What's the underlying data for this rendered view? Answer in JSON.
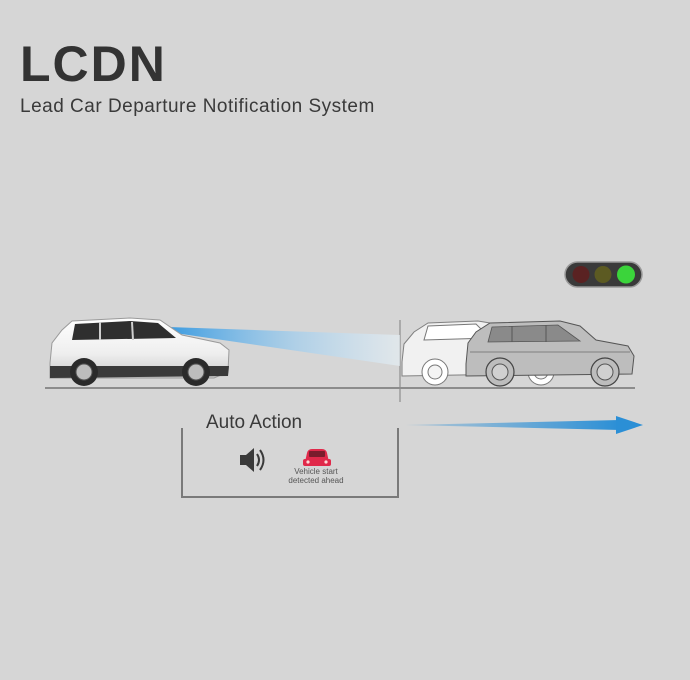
{
  "header": {
    "title": "LCDN",
    "subtitle": "Lead Car Departure Notification System"
  },
  "traffic_light": {
    "lights": [
      "#5a2222",
      "#5c5a22",
      "#3bd43b"
    ],
    "active": "green"
  },
  "auto_action": {
    "label": "Auto Action",
    "message": "Vehicle start detected ahead"
  },
  "colors": {
    "accent_arrow": "#2b8fd6",
    "sensor_beam": "#3b9be0",
    "alert_car": "#e0294a"
  }
}
